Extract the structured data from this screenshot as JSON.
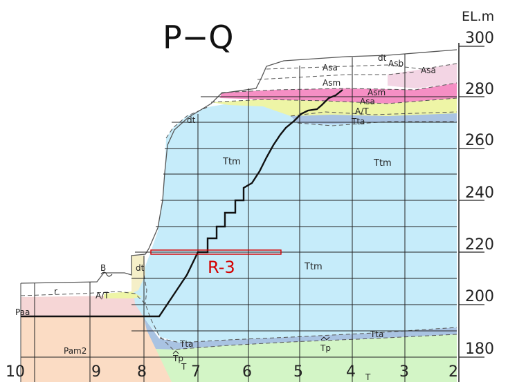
{
  "title": "P−Q",
  "axis": {
    "unit": "EL.m",
    "elevations": [
      "300",
      "280",
      "260",
      "240",
      "220",
      "200",
      "180"
    ]
  },
  "stations": [
    "10",
    "9",
    "8",
    "7",
    "6",
    "5",
    "4",
    "3",
    "2"
  ],
  "bottom_extra": "T",
  "borehole": {
    "name": "R-3"
  },
  "units": {
    "ttm_upper_left": "Ttm",
    "ttm_upper_right": "Ttm",
    "ttm_lower": "Ttm",
    "tta_upper": "Tta",
    "tta_lower_left": "Tta",
    "tta_lower_right": "Tta",
    "tp_center": "Tp",
    "tp_left": "Tp",
    "asm_top": "Asm",
    "asm_pink": "Asm",
    "asa_top": "Asa",
    "asa_pink": "Asa",
    "asa_right": "Asa",
    "asb": "Asb",
    "at_upper": "A/T",
    "at_lower": "A/T",
    "dt_top": "dt",
    "dt_slope": "dt",
    "dt_lower": "dt",
    "b_label": "B",
    "r_label": "r",
    "paa": "Paa",
    "pam2": "Pam2",
    "t_small": "T"
  },
  "colors": {
    "ttm": "#c6ecfa",
    "tta": "#a9c3e2",
    "tp": "#d3f5c6",
    "pam": "#fbdcc4",
    "paa": "#f6d6d6",
    "asm_pink": "#f58fc4",
    "asa_light": "#f3d5e4",
    "at_yellow": "#eef5a6",
    "dt_beige": "#f5efc8",
    "grid": "#222222",
    "r3": "#d40000"
  }
}
